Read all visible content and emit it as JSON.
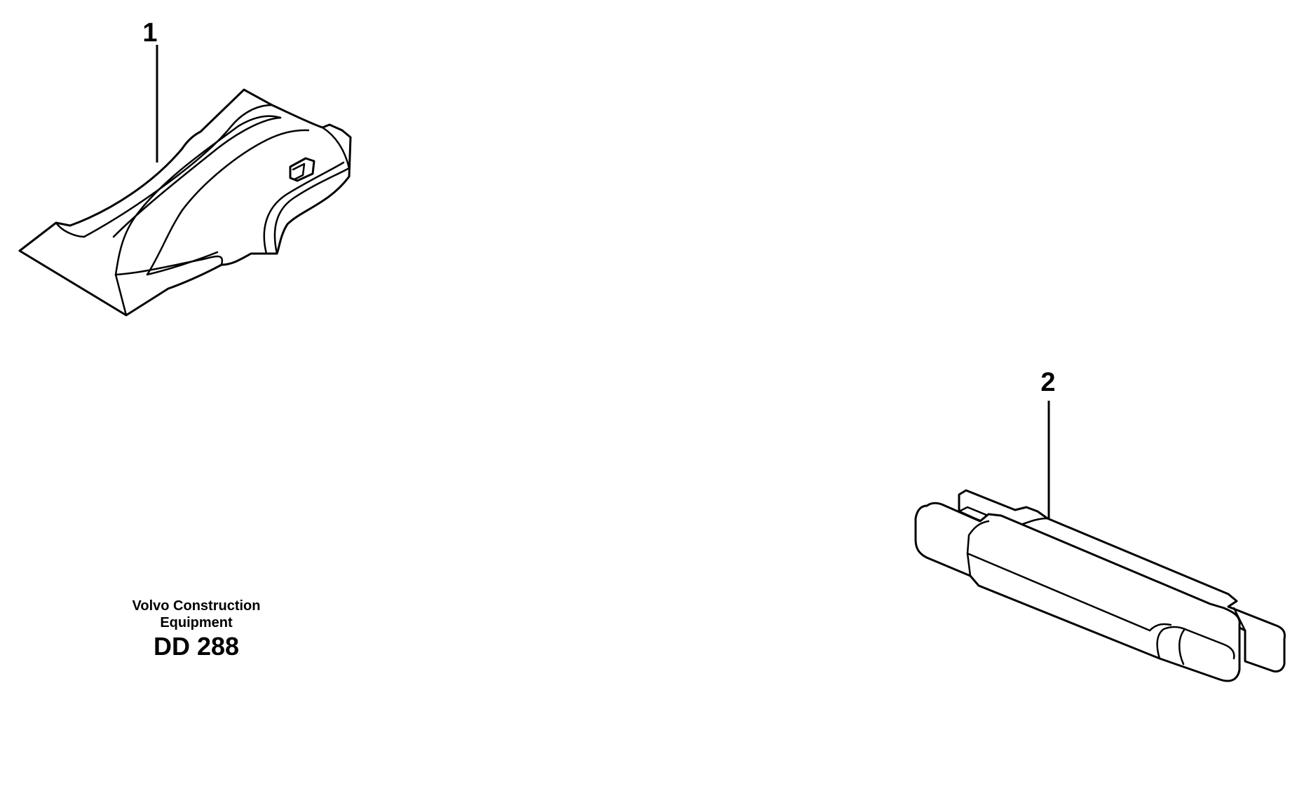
{
  "diagram": {
    "parts": [
      {
        "callout": "1",
        "icon": "bucket-tooth-icon"
      },
      {
        "callout": "2",
        "icon": "retainer-pin-icon"
      }
    ]
  },
  "caption": {
    "company_line1": "Volvo Construction",
    "company_line2": "Equipment",
    "drawing_code": "DD 288"
  }
}
